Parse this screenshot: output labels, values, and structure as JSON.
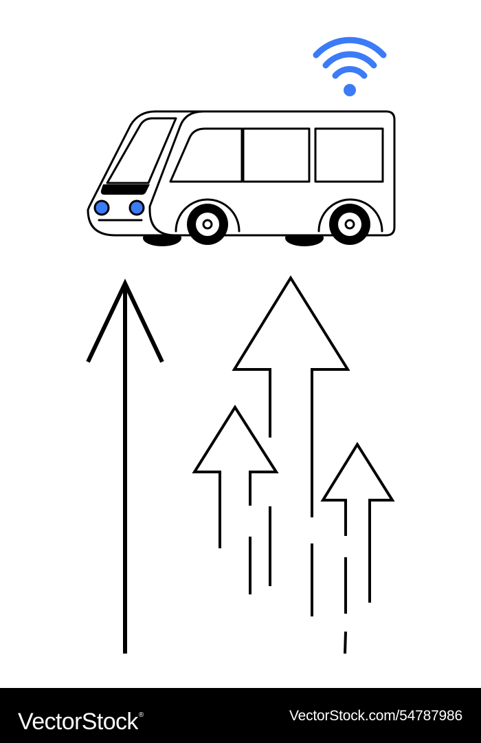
{
  "illustration": {
    "subject": "autonomous-bus-with-wifi-and-upward-arrows",
    "icons": [
      "bus-icon",
      "wifi-icon",
      "arrow-up-icon"
    ],
    "colors": {
      "background": "#ffffff",
      "outline": "#000000",
      "accent": "#3b7bf6"
    }
  },
  "footer": {
    "brand": "VectorStock",
    "brand_mark": "®",
    "credit": "VectorStock.com/54787986",
    "background": "#000000",
    "text_color": "#ffffff"
  }
}
